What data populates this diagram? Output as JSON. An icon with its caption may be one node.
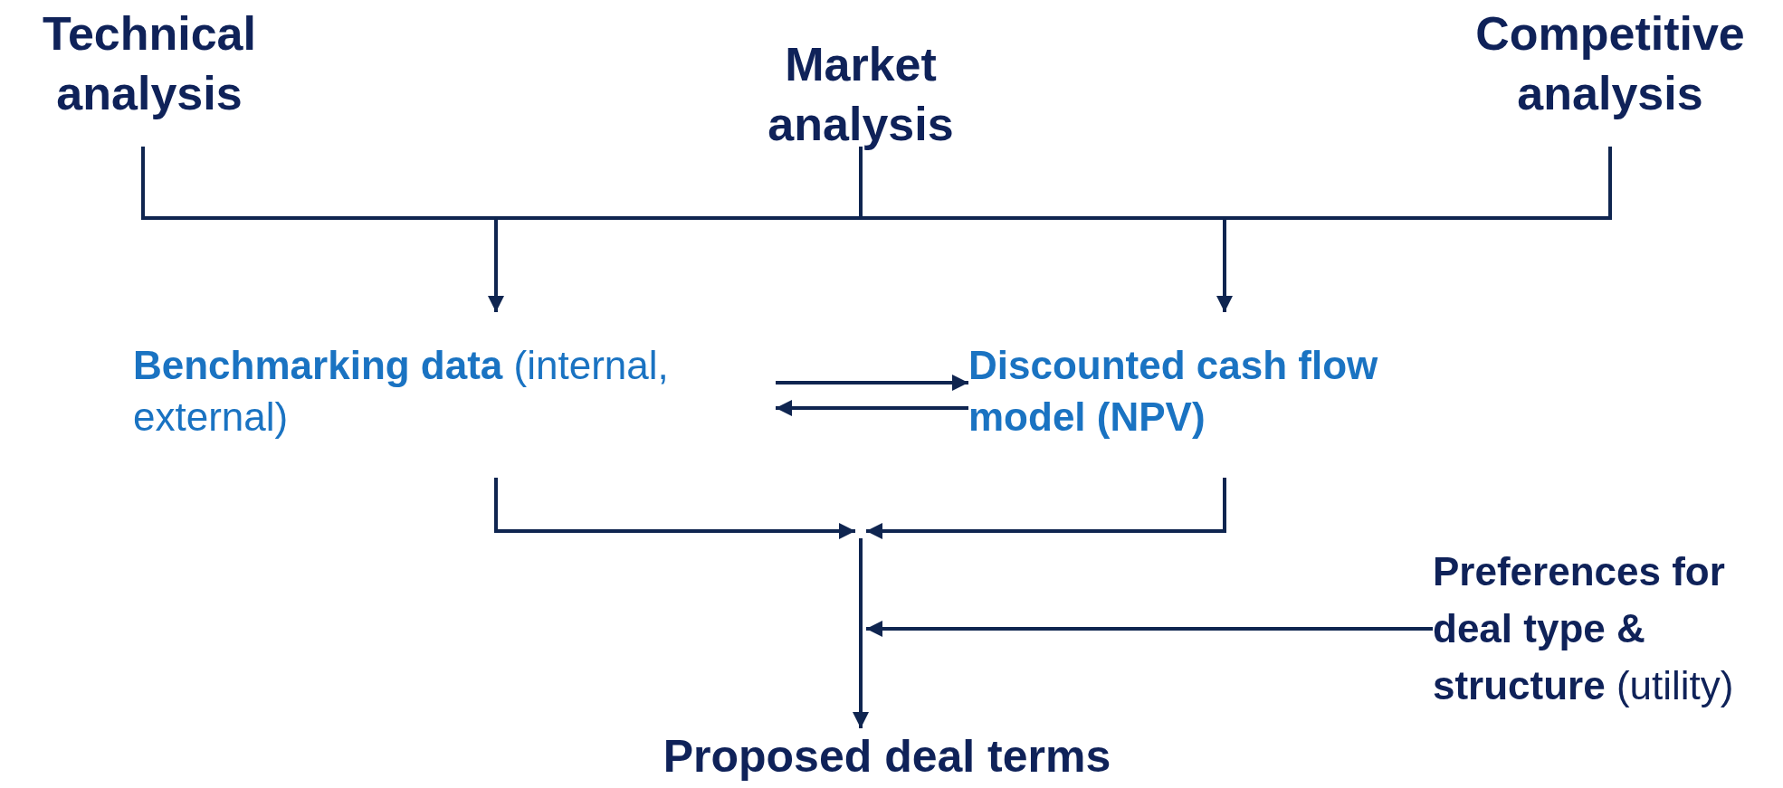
{
  "diagram": {
    "nodes": [
      {
        "text": [
          "Technical analysis"
        ]
      },
      {
        "text": [
          "Market analysis"
        ]
      },
      {
        "text": [
          "Competitive analysis"
        ]
      },
      {
        "text": [
          "**Benchmarking data** (internal, external)"
        ]
      },
      {
        "text": [
          "Discounted cash flow model (NPV)"
        ]
      },
      {
        "text": [
          "**Preferences for deal type & structure** (utility)"
        ]
      },
      {
        "text": [
          "Proposed deal terms"
        ]
      }
    ],
    "edges": [
      {
        "from": 0,
        "to": 3,
        "arrow": "to"
      },
      {
        "from": 0,
        "to": 4,
        "arrow": "to"
      },
      {
        "from": 1,
        "to": 3,
        "arrow": "to"
      },
      {
        "from": 1,
        "to": 4,
        "arrow": "to"
      },
      {
        "from": 2,
        "to": 3,
        "arrow": "to"
      },
      {
        "from": 2,
        "to": 4,
        "arrow": "to"
      },
      {
        "from": 3,
        "to": 4,
        "arrow": "to"
      },
      {
        "from": 4,
        "to": 3,
        "arrow": "to"
      },
      {
        "from": 3,
        "to": 6,
        "arrow": "to"
      },
      {
        "from": 4,
        "to": 6,
        "arrow": "to"
      },
      {
        "from": 5,
        "to": 6,
        "arrow": "to"
      }
    ]
  }
}
